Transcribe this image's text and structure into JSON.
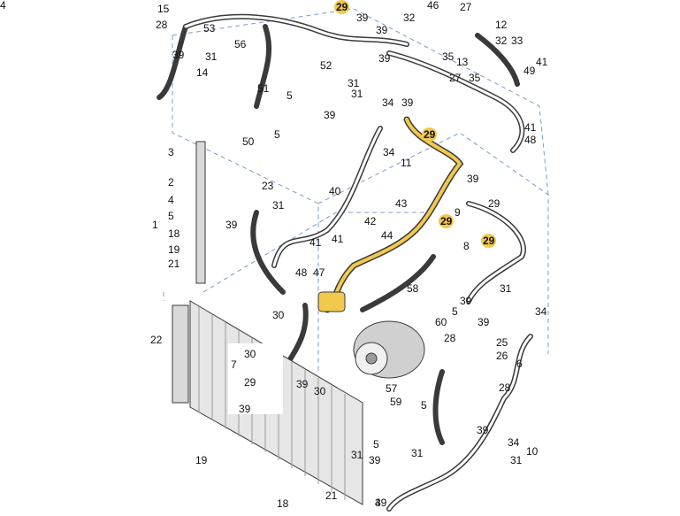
{
  "callouts": [
    "15",
    "28",
    "53",
    "56",
    "39",
    "31",
    "14",
    "29",
    "39",
    "32",
    "46",
    "27",
    "12",
    "32",
    "33",
    "39",
    "35",
    "13",
    "27",
    "35",
    "49",
    "41",
    "52",
    "5",
    "51",
    "50",
    "5",
    "31",
    "39",
    "39",
    "34",
    "29",
    "11",
    "34",
    "31",
    "48",
    "41",
    "39",
    "3",
    "2",
    "4",
    "5",
    "1",
    "18",
    "19",
    "21",
    "23",
    "40",
    "31",
    "39",
    "43",
    "42",
    "44",
    "9",
    "29",
    "29",
    "39",
    "8",
    "29",
    "41",
    "41",
    "48",
    "47",
    "58",
    "39",
    "31",
    "34",
    "60",
    "5",
    "39",
    "30",
    "28",
    "25",
    "26",
    "6",
    "22",
    "7",
    "30",
    "29",
    "39",
    "57",
    "59",
    "5",
    "28",
    "39",
    "5",
    "31",
    "39",
    "34",
    "10",
    "31",
    "19",
    "21",
    "18",
    "4",
    "39",
    "30",
    "31",
    "39",
    "4"
  ],
  "highlight": [
    "29",
    "29",
    "29",
    "29"
  ],
  "colors": {
    "line": "#3a3a3a",
    "highlight_part": "#f2c94c",
    "dash": "#7a9cc6",
    "part_fill": "#d9d9d9"
  }
}
